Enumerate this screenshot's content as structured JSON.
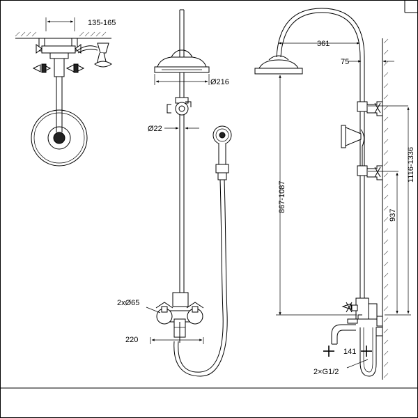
{
  "dimensions": {
    "top_view_width": "135-165",
    "head_diameter": "Ø216",
    "rod_diameter": "Ø22",
    "mixer_flanges": "2xØ65",
    "mixer_width": "220",
    "arm_reach": "361",
    "rod_wall_offset": "75",
    "head_height": "867-1087",
    "total_height": "1116-1336",
    "hose_height": "937",
    "spout_reach": "141",
    "connections": "2×G1/2"
  }
}
